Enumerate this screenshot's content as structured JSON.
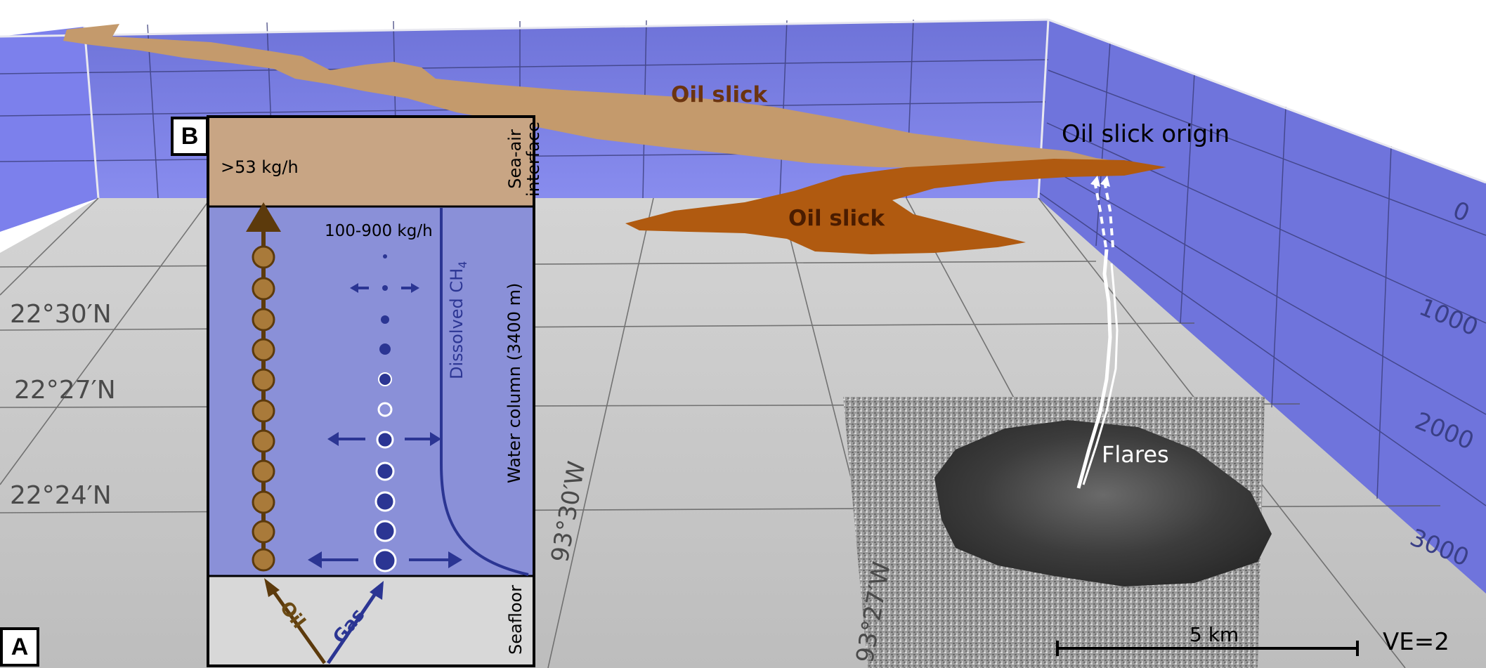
{
  "panel_a": {
    "letter": "A",
    "oil_slick_label_1": "Oil slick",
    "oil_slick_label_2": "Oil slick",
    "oil_slick_origin_label": "Oil slick origin",
    "flares_label": "Flares",
    "latitudes": [
      "22°30′N",
      "22°27′N",
      "22°24′N"
    ],
    "longitudes": [
      "93°30′W",
      "93°27′W"
    ],
    "depths": [
      "0",
      "1000",
      "2000",
      "3000"
    ],
    "scale_bar_label": "5 km",
    "vertical_exaggeration": "VE=2"
  },
  "panel_b": {
    "letter": "B",
    "sea_air_label": "Sea-air\ninterface",
    "sea_air_flux": ">53 kg/h",
    "gas_flux": "100-900 kg/h",
    "dissolved_label": "Dissolved CH",
    "dissolved_sub": "4",
    "water_column_label": "Water column (3400 m)",
    "seafloor_label": "Seafloor",
    "oil_label": "Oil",
    "gas_label": "Gas"
  },
  "colors": {
    "oil_dark": "#5c3a0c",
    "oil_bead": "#a97a3a",
    "gas_blue": "#2b3593",
    "wall_blue": "#7b7fe8",
    "slick_tan": "#c49a6c",
    "slick_orange": "#b05a10",
    "panel_water": "#8a90d8",
    "panel_sea_air": "#c8a584",
    "seafloor_gray": "#d8d8d8"
  }
}
